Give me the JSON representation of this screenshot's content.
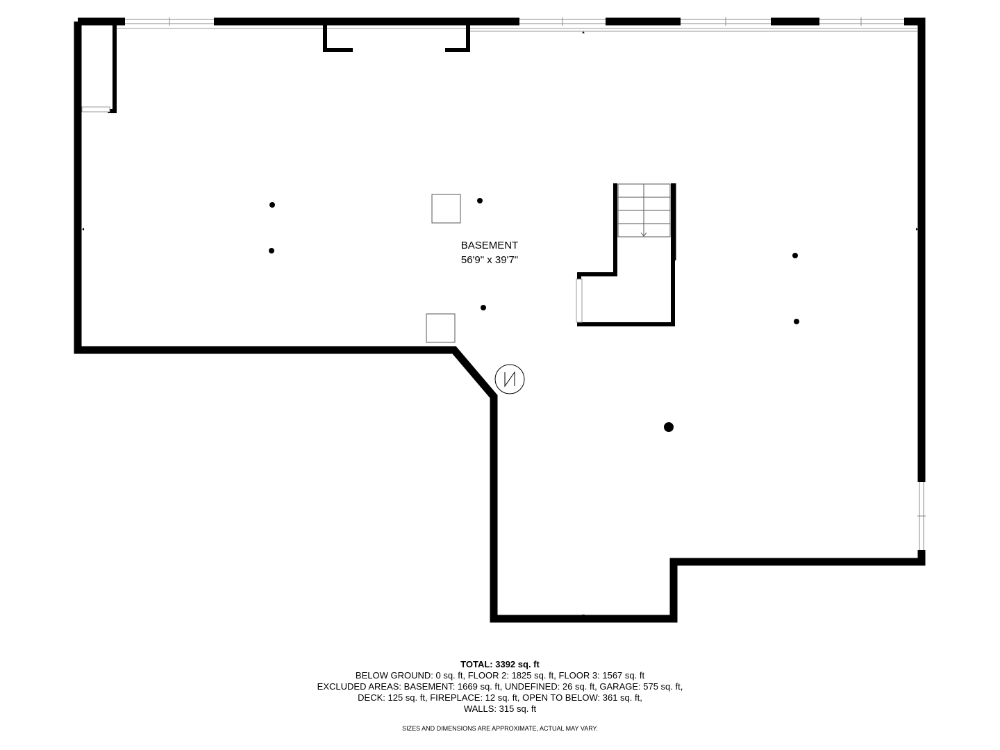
{
  "room": {
    "name": "BASEMENT",
    "dimensions": "56'9\" x 39'7\""
  },
  "summary": {
    "total": "TOTAL: 3392 sq. ft",
    "line1": "BELOW GROUND: 0 sq. ft, FLOOR 2: 1825 sq. ft, FLOOR 3: 1567 sq. ft",
    "line2": "EXCLUDED AREAS: BASEMENT: 1669 sq. ft, UNDEFINED: 26 sq. ft, GARAGE: 575 sq. ft,",
    "line3": "DECK: 125 sq. ft, FIREPLACE: 12 sq. ft, OPEN TO BELOW: 361 sq. ft,",
    "line4": "WALLS: 315 sq. ft",
    "disclaimer": "SIZES AND DIMENSIONS ARE APPROXIMATE, ACTUAL MAY VARY."
  },
  "colors": {
    "wall": "#000000",
    "window_frame": "#888888",
    "background": "#ffffff"
  },
  "icons": [
    "compass-rose-icon",
    "stairs-arrow-icon"
  ]
}
